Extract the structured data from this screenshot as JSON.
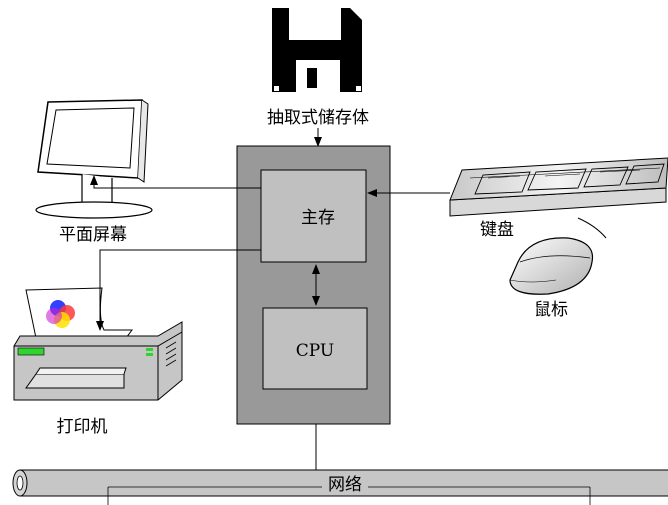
{
  "labels": {
    "storage": "抽取式储存体",
    "monitor": "平面屏幕",
    "main_memory": "主存",
    "cpu": "CPU",
    "keyboard": "键盘",
    "mouse": "鼠标",
    "printer": "打印机",
    "network": "网络"
  },
  "colors": {
    "computer_box": "#999999",
    "memory_box": "#c0c0c0",
    "printer_body": "#c6c6c6",
    "printer_display": "#2fd42f",
    "network_pipe": "#c6c6c6"
  }
}
